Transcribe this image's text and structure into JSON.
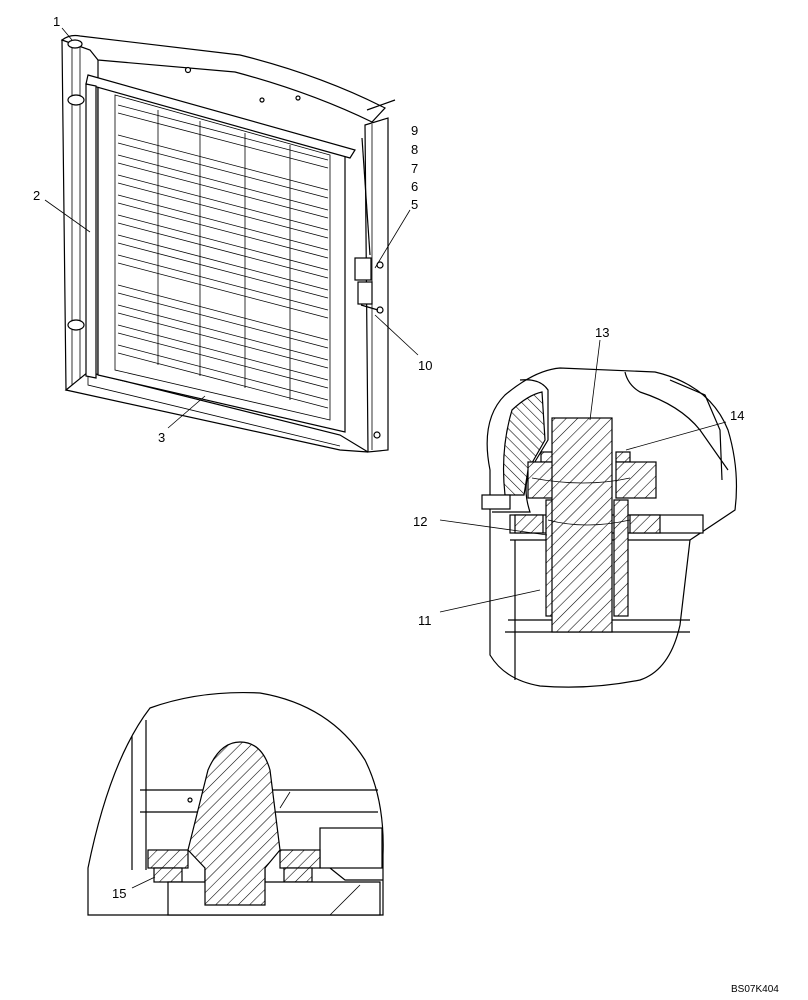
{
  "drawing_id": "BS07K404",
  "callouts": {
    "c1": "1",
    "c2": "2",
    "c3": "3",
    "c5": "5",
    "c6": "6",
    "c7": "7",
    "c8": "8",
    "c9": "9",
    "c10": "10",
    "c11": "11",
    "c12": "12",
    "c13": "13",
    "c14": "14",
    "c15": "15"
  }
}
